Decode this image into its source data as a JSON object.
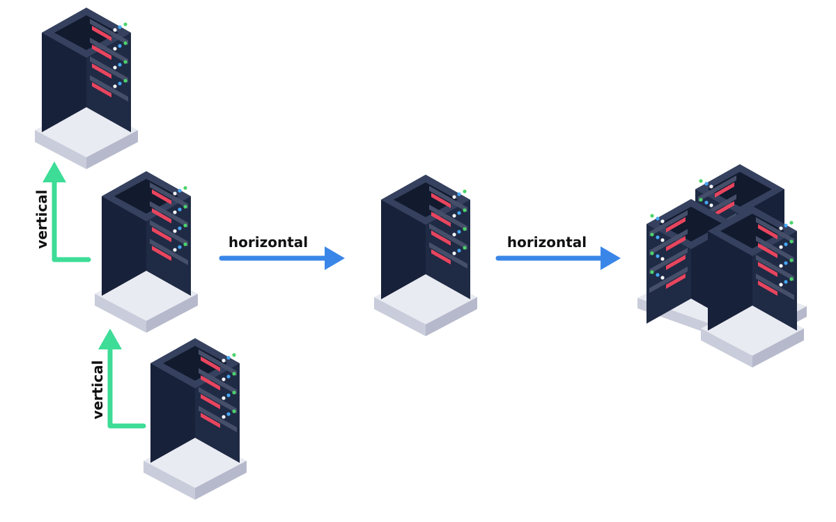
{
  "labels": {
    "vertical_upper": "vertical",
    "vertical_lower": "vertical",
    "horizontal_first": "horizontal",
    "horizontal_second": "horizontal"
  },
  "colors": {
    "vertical_arrow": "#3ddc97",
    "horizontal_arrow": "#3a86e8",
    "server_front": "#1f2a44",
    "server_side": "#18213a",
    "server_top": "#35415e",
    "server_hole": "#121a2e",
    "slot": "#454f6a",
    "led_red": "#e8455e",
    "led_white": "#f4f6f9",
    "led_blue": "#46a7f5",
    "led_green": "#4cd46b",
    "base_top": "#e9ebf2",
    "base_left": "#c9ccda",
    "base_right": "#b6b9cb"
  },
  "icons": [
    "server-icon",
    "server-cluster-icon",
    "arrow-up-icon",
    "arrow-right-icon"
  ]
}
